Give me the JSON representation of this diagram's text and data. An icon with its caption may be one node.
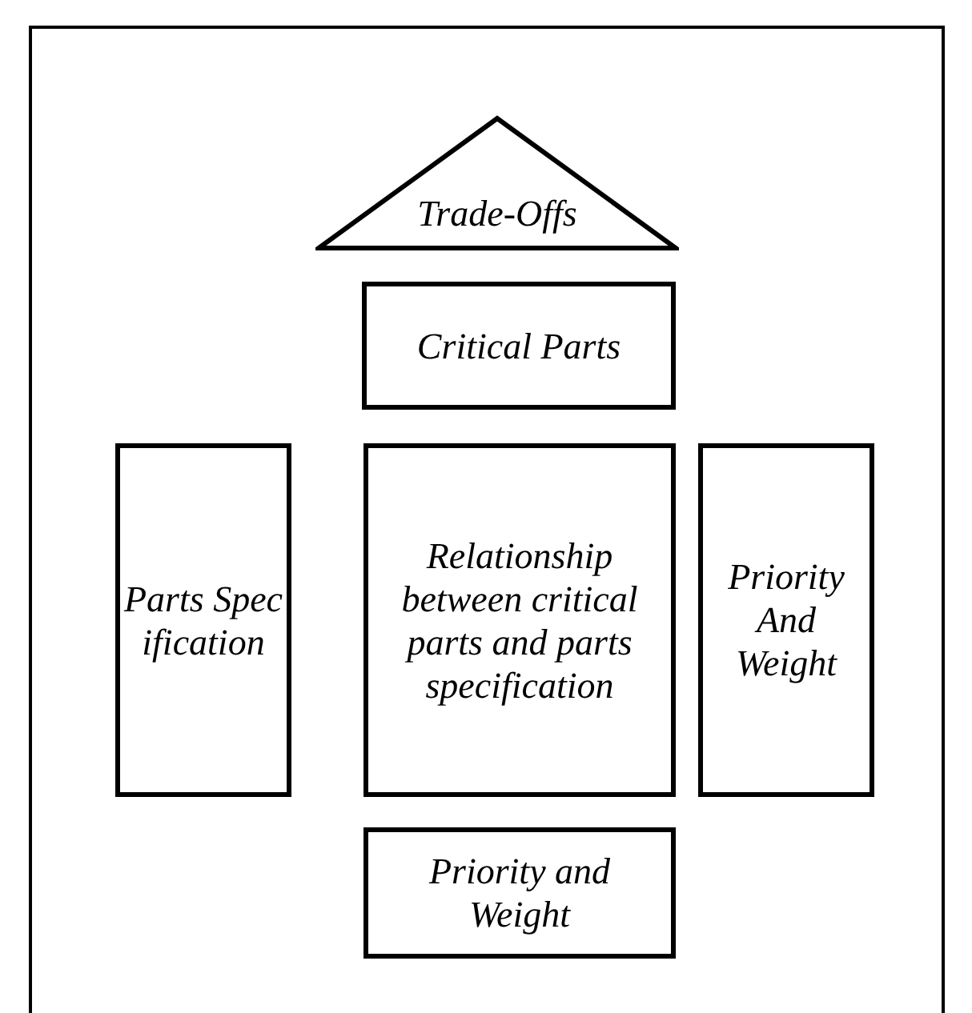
{
  "diagram": {
    "nodes": [
      {
        "text": [
          "Trade-Offs"
        ]
      },
      {
        "text": [
          "Critical Parts"
        ]
      },
      {
        "text": [
          "Parts Specification"
        ]
      },
      {
        "text": [
          "Relationship between critical parts and parts specification"
        ]
      },
      {
        "text": [
          "Priority And Weight"
        ]
      },
      {
        "text": [
          "Priority and Weight"
        ]
      }
    ]
  }
}
